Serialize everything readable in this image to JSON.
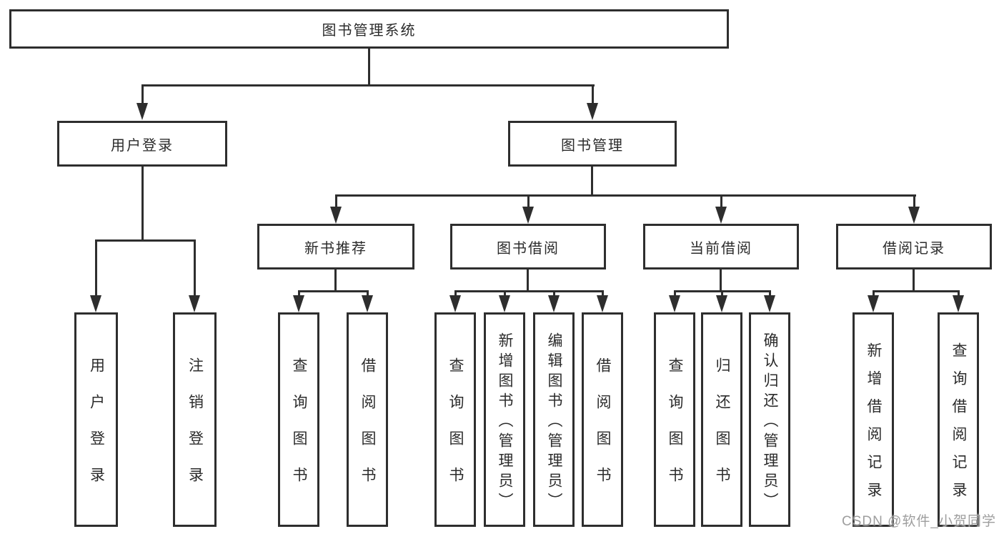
{
  "diagram": {
    "root": "图书管理系统",
    "branches": [
      {
        "label": "用户登录",
        "children": [
          "用户登录",
          "注销登录"
        ]
      },
      {
        "label": "图书管理",
        "modules": [
          {
            "label": "新书推荐",
            "children": [
              "查询图书",
              "借阅图书"
            ]
          },
          {
            "label": "图书借阅",
            "children": [
              "查询图书",
              "新增图书（管理员）",
              "编辑图书（管理员）",
              "借阅图书"
            ]
          },
          {
            "label": "当前借阅",
            "children": [
              "查询图书",
              "归还图书",
              "确认归还（管理员）"
            ]
          },
          {
            "label": "借阅记录",
            "children": [
              "新增借阅记录",
              "查询借阅记录"
            ]
          }
        ]
      }
    ]
  },
  "watermark": {
    "text": "CSDN @软件_小贺同学"
  },
  "colors": {
    "line": "#2e2e2e",
    "watermark": "#9e9e9e"
  }
}
